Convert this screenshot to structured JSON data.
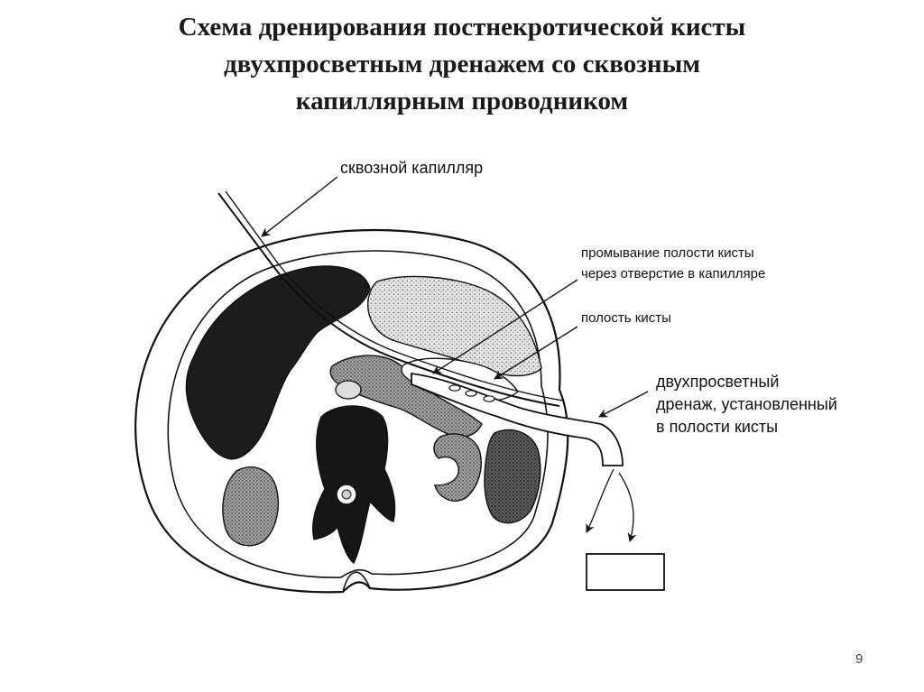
{
  "title": {
    "line1": "Схема дренирования постнекротической кисты",
    "line2": "двухпросветным дренажем со сквозным",
    "line3": "капиллярным проводником"
  },
  "labels": {
    "capillary": "сквозной капилляр",
    "flushing": {
      "line1": "промывание полости кисты",
      "line2": "через отверстие в капилляре"
    },
    "cavity": "полость кисты",
    "drain": {
      "line1": "двухпросветный",
      "line2": "дренаж, установленный",
      "line3": "в полости кисты"
    }
  },
  "page_number": "9"
}
